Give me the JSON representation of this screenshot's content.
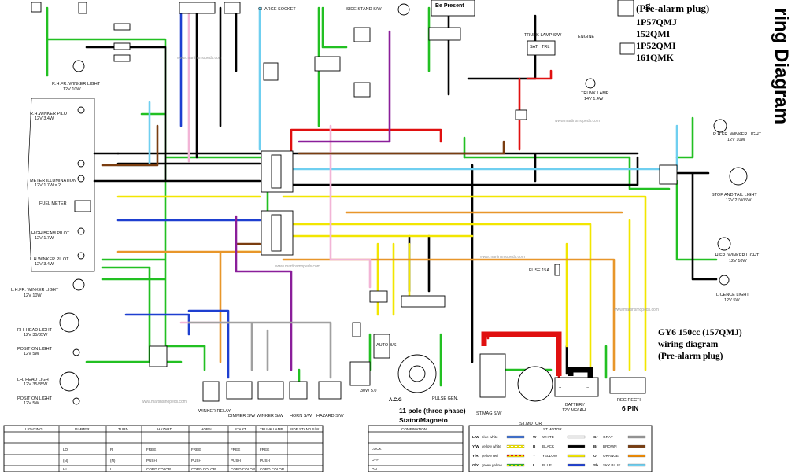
{
  "title": {
    "main_fragment": "ring Diagram",
    "model_note_fragment": "g",
    "pre_alarm": "(Pre-alarm plug)",
    "models": [
      "1P57QMJ",
      "152QMI",
      "1P52QMI",
      "161QMK"
    ],
    "gy6_line1": "GY6 150cc (157QMJ)",
    "gy6_line2": "wiring diagram",
    "gy6_line3": "(Pre-alarm plug)",
    "six_pin": "6 PIN",
    "stator_line1": "11 pole (three phase)",
    "stator_line2": "Stator/Magneto",
    "be_present": "Be Present"
  },
  "components_left": [
    {
      "name": "R.H.FR. WINKER LIGHT",
      "spec": "12V 10W"
    },
    {
      "name": "R.H.WINKER PILOT",
      "spec": "12V 3.4W"
    },
    {
      "name": "METER ILLUMINATION",
      "spec": "12V 1.7W x 2"
    },
    {
      "name": "FUEL METER",
      "spec": ""
    },
    {
      "name": "HIGH BEAM PILOT",
      "spec": "12V 1.7W"
    },
    {
      "name": "L.H.WINKER PILOT",
      "spec": "12V 3.4W"
    },
    {
      "name": "L.H.FR. WINKER LIGHT",
      "spec": "12V 10W"
    },
    {
      "name": "RH. HEAD LIGHT",
      "spec": "12V 35/35W"
    },
    {
      "name": "POSITION LIGHT",
      "spec": "12V 5W"
    },
    {
      "name": "LH. HEAD LIGHT",
      "spec": "12V 35/35W"
    },
    {
      "name": "POSITION LIGHT",
      "spec": "12V 5W"
    }
  ],
  "components_right": [
    {
      "name": "R.H.FR. WINKER LIGHT",
      "spec": "12V 10W"
    },
    {
      "name": "STOP AND TAIL LIGHT",
      "spec": "12V 21W/5W"
    },
    {
      "name": "L.H.FR. WINKER LIGHT",
      "spec": "12V 10W"
    },
    {
      "name": "LICENCE LIGHT",
      "spec": "12V 5W"
    }
  ],
  "components_top": {
    "charge_socket": "CHARGE SOCKET",
    "side_stand": "SIDE STAND S/W",
    "engine": "ENGINE",
    "trunk_lamp_sw": "TRUNK LAMP S/W",
    "trunk_lamp": "TRUNK LAMP",
    "trunk_lamp_spec": "14V 1.4W"
  },
  "components_middle": {
    "acg": "A.C.G",
    "auto_bs": "AUTO B/S",
    "pulse_gen": "PULSE GEN.",
    "fuse": "FUSE 15A",
    "st_mag_sw": "ST.MAG S/W",
    "st_motor": "ST.MOTOR",
    "battery": "BATTERY",
    "battery_spec": "12V MF6AH",
    "reg_recti": "REG.RECTI",
    "resistor": "30W 5.0",
    "sat": "SAT",
    "trl": "TRL"
  },
  "switches_bottom": [
    "WINKER RELAY",
    "DIMMER S/W",
    "WINKER S/W",
    "HORN S/W",
    "HAZARD S/W"
  ],
  "switch_table": {
    "headers": [
      "LIGHTING",
      "DIMMER",
      "TURN",
      "HAZARD",
      "HORN",
      "START",
      "TRUNK LAMP",
      "SIDE STAND S/W"
    ],
    "rows": [
      [
        "",
        "LO",
        "",
        "R",
        "FREE",
        "FREE",
        "FREE",
        "FREE"
      ],
      [
        "",
        "(N)",
        "",
        "(N)",
        "PUSH",
        "PUSH",
        "PUSH",
        "PUSH"
      ],
      [
        "",
        "HI",
        "",
        "L",
        "CORD COLOR",
        "CORD COLOR",
        "CORD COLOR",
        "CORD COLOR"
      ]
    ]
  },
  "combination_table": {
    "header": "COMBINATION",
    "rows": [
      "LOCK",
      "OFF",
      "ON"
    ]
  },
  "color_legend": [
    {
      "code": "L/W",
      "text": "blue white",
      "swatch": "#3a6fd8",
      "stripe": "#ffffff"
    },
    {
      "code": "Y/W",
      "text": "yellow white",
      "swatch": "#f2e600",
      "stripe": "#ffffff"
    },
    {
      "code": "Y/R",
      "text": "yellow red",
      "swatch": "#f2e600",
      "stripe": "#e01010"
    },
    {
      "code": "G/Y",
      "text": "green yellow",
      "swatch": "#2bb32b",
      "stripe": "#f2e600"
    },
    {
      "code": "W",
      "text": "WHITE",
      "swatch": "#ffffff",
      "stripe": ""
    },
    {
      "code": "B",
      "text": "BLACK",
      "swatch": "#000000",
      "stripe": ""
    },
    {
      "code": "Y",
      "text": "YELLOW",
      "swatch": "#f2e600",
      "stripe": ""
    },
    {
      "code": "L",
      "text": "BLUE",
      "swatch": "#1e3fd0",
      "stripe": ""
    },
    {
      "code": "Gr",
      "text": "GRAY",
      "swatch": "#9a9a9a",
      "stripe": ""
    },
    {
      "code": "Br",
      "text": "BROWN",
      "swatch": "#7a3d10",
      "stripe": ""
    },
    {
      "code": "O",
      "text": "ORANGE",
      "swatch": "#f08a00",
      "stripe": ""
    },
    {
      "code": "Sb",
      "text": "SKY BLUE",
      "swatch": "#6fcff0",
      "stripe": ""
    }
  ],
  "watermark": "www.martinsmopeds.com",
  "colors": {
    "green": "#22c022",
    "black": "#000000",
    "yellow": "#f2e600",
    "orange": "#e8962a",
    "red": "#e01010",
    "blue": "#1e3fd0",
    "lightblue": "#6fcff0",
    "pink": "#f2b4d6",
    "brown": "#7a3d10",
    "purple": "#8a1e9a",
    "gray": "#a0a0a0"
  }
}
